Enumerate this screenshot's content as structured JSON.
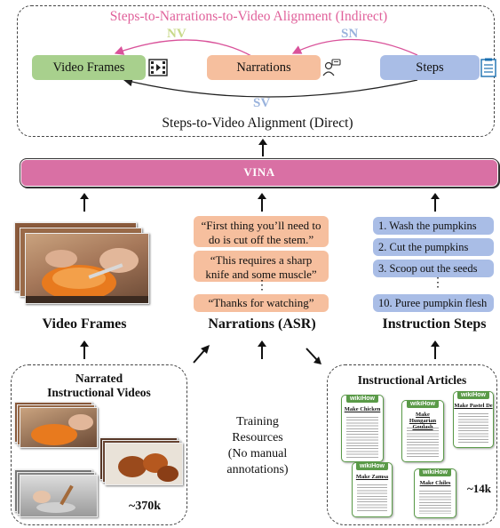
{
  "top_box": {
    "indirect_title": "Steps-to-Narrations-to-Video Alignment (Indirect)",
    "direct_title": "Steps-to-Video Alignment (Direct)",
    "nodes": {
      "video_frames": "Video Frames",
      "narrations": "Narrations",
      "steps": "Steps"
    },
    "edge_labels": {
      "nv": "NV",
      "sn": "SN",
      "sv": "SV"
    }
  },
  "model": {
    "name": "VINA"
  },
  "asr": {
    "items": [
      "“First thing you’ll need to do is cut off the stem.”",
      "“This requires a sharp knife and some muscle”",
      "“Thanks for watching”"
    ],
    "ellipsis": "⋮"
  },
  "steps": {
    "items": [
      "1. Wash the pumpkins",
      "2. Cut the pumpkins",
      "3. Scoop out the seeds",
      "10. Puree pumpkin flesh"
    ],
    "ellipsis": "⋮"
  },
  "section_labels": {
    "video_frames": "Video Frames",
    "narrations": "Narrations (ASR)",
    "instruction_steps": "Instruction Steps"
  },
  "resources": {
    "videos_title_line1": "Narrated",
    "videos_title_line2": "Instructional Videos",
    "videos_count": "~370k",
    "center_line1": "Training",
    "center_line2": "Resources",
    "center_line3": "(No manual",
    "center_line4": "annotations)",
    "articles_title": "Instructional Articles",
    "articles_count": "~14k",
    "wikihow_badge": "wikiHow",
    "cards": [
      "Make Chicken",
      "Make Hungarian Goulash",
      "Make Pastel De",
      "Make Zamsa",
      "Make Chiles"
    ]
  },
  "colors": {
    "video_node": "#a8d08d",
    "narration_node": "#f6bf9e",
    "steps_node": "#a9bde6",
    "vina": "#d970a4",
    "nv_label": "#c8d98a",
    "sn_label": "#9ab3dd",
    "sv_label": "#9ab3dd",
    "indirect_title": "#e0609a",
    "arrow_pink": "#d9529a",
    "wikihow_green": "#5a9a48"
  }
}
